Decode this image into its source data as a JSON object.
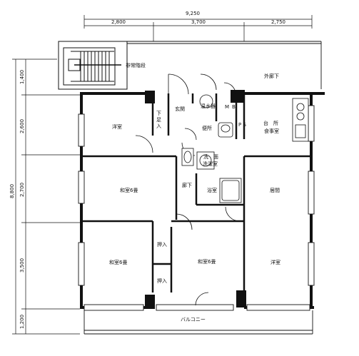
{
  "dimensions": {
    "top_total": "9,250",
    "top_segments": [
      "2,800",
      "3,700",
      "2,750"
    ],
    "left_segments": [
      "1,400",
      "2,600",
      "2,700",
      "3,500",
      "1,200"
    ],
    "left_total": "8,800"
  },
  "rooms": {
    "emergency_stairs": "非常階段",
    "outer_corridor": "外廊下",
    "entrance": "玄関",
    "water_heater": "温水器",
    "mb": "M",
    "mb2": "B",
    "ps": "P S",
    "kitchen_dining_line1": "台　所",
    "kitchen_dining_line2": "食事室",
    "shoe_closet_line1": "下",
    "shoe_closet_line2": "足",
    "shoe_closet_line3": "入",
    "toilet": "便所",
    "western_room_top": "洋室",
    "washroom_line1": "洗　面",
    "washroom_line2": "洗濯室",
    "japanese_room_1": "和室6畳",
    "hallway": "廊下",
    "bath": "浴室",
    "living": "居間",
    "closet_1": "押入",
    "japanese_room_2": "和室6畳",
    "japanese_room_3": "和室6畳",
    "western_room_bottom": "洋室",
    "closet_2": "押入",
    "balcony": "バルコニー"
  }
}
